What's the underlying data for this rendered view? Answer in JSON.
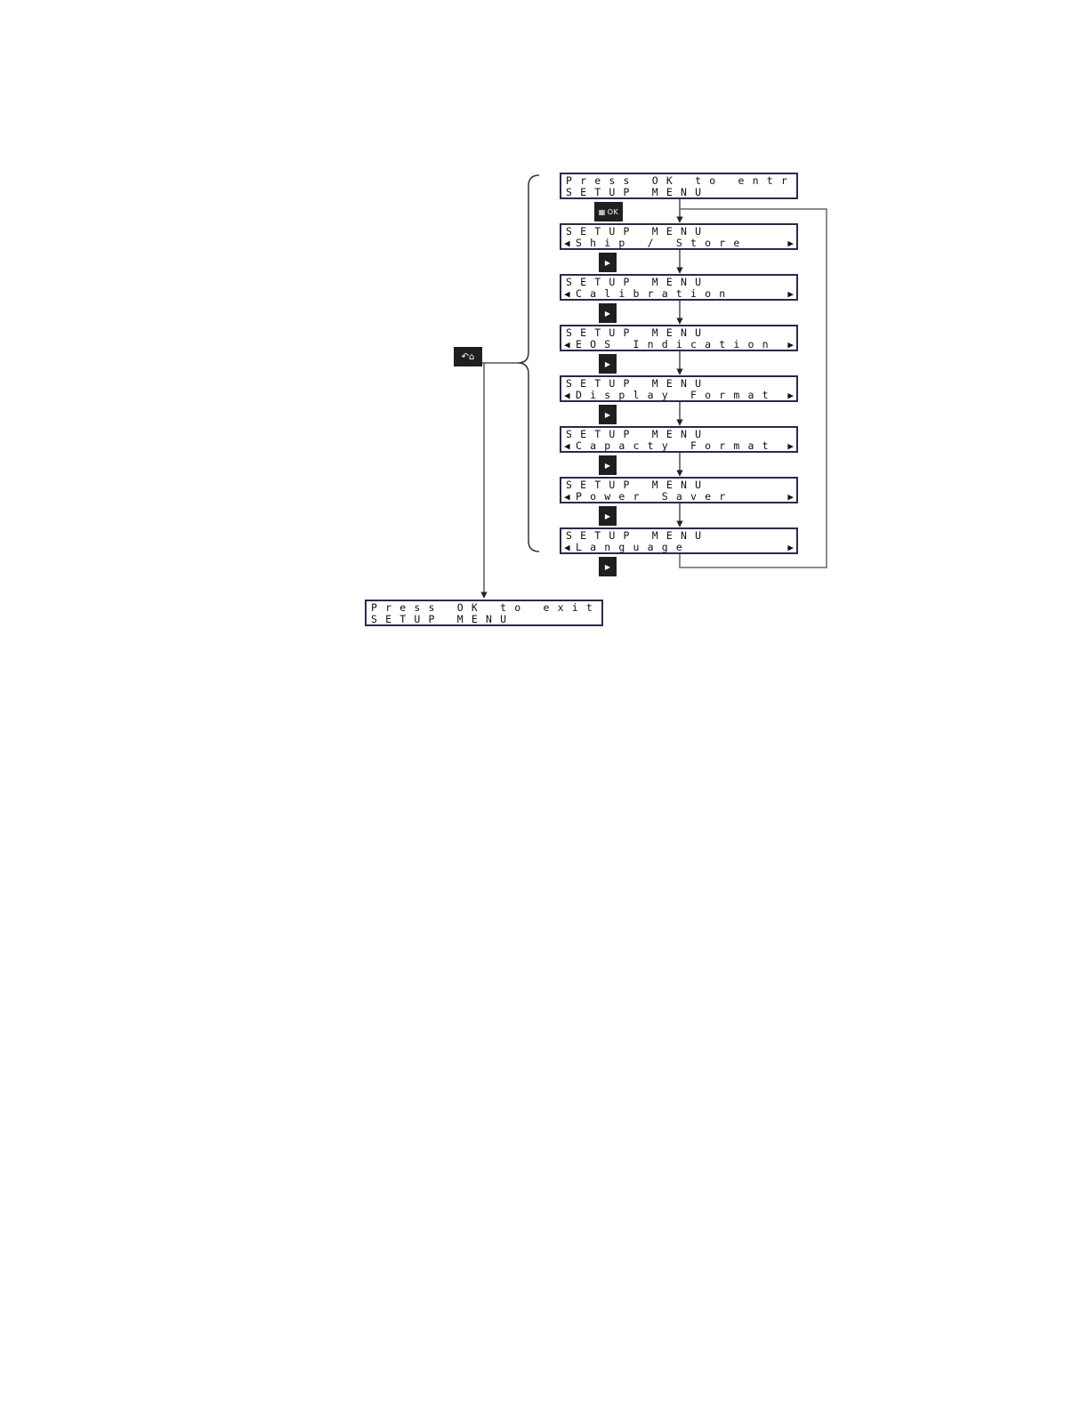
{
  "enter_screen": {
    "line1": "Press OK to entr",
    "line2": "SETUP MENU"
  },
  "menu_screens": [
    {
      "title": "SETUP MENU",
      "item": "Ship / Store"
    },
    {
      "title": "SETUP MENU",
      "item": "Calibration"
    },
    {
      "title": "SETUP MENU",
      "item": "EOS Indication"
    },
    {
      "title": "SETUP MENU",
      "item": "Display Format"
    },
    {
      "title": "SETUP MENU",
      "item": "Capacty Format"
    },
    {
      "title": "SETUP MENU",
      "item": "Power Saver"
    },
    {
      "title": "SETUP MENU",
      "item": "Language"
    }
  ],
  "exit_screen": {
    "line1": "Press OK to exit",
    "line2": "SETUP MENU"
  },
  "keys": {
    "ok_label": "OK",
    "ok_icon": "battery-grid-icon",
    "next_icon": "right-triangle-icon",
    "back_home_icon": "back-home-icon"
  },
  "arrows": {
    "left_glyph": "◀",
    "right_glyph": "▶",
    "next_glyph": "▶",
    "back_home_glyph": "↶⌂",
    "ok_glyph": "▦"
  }
}
